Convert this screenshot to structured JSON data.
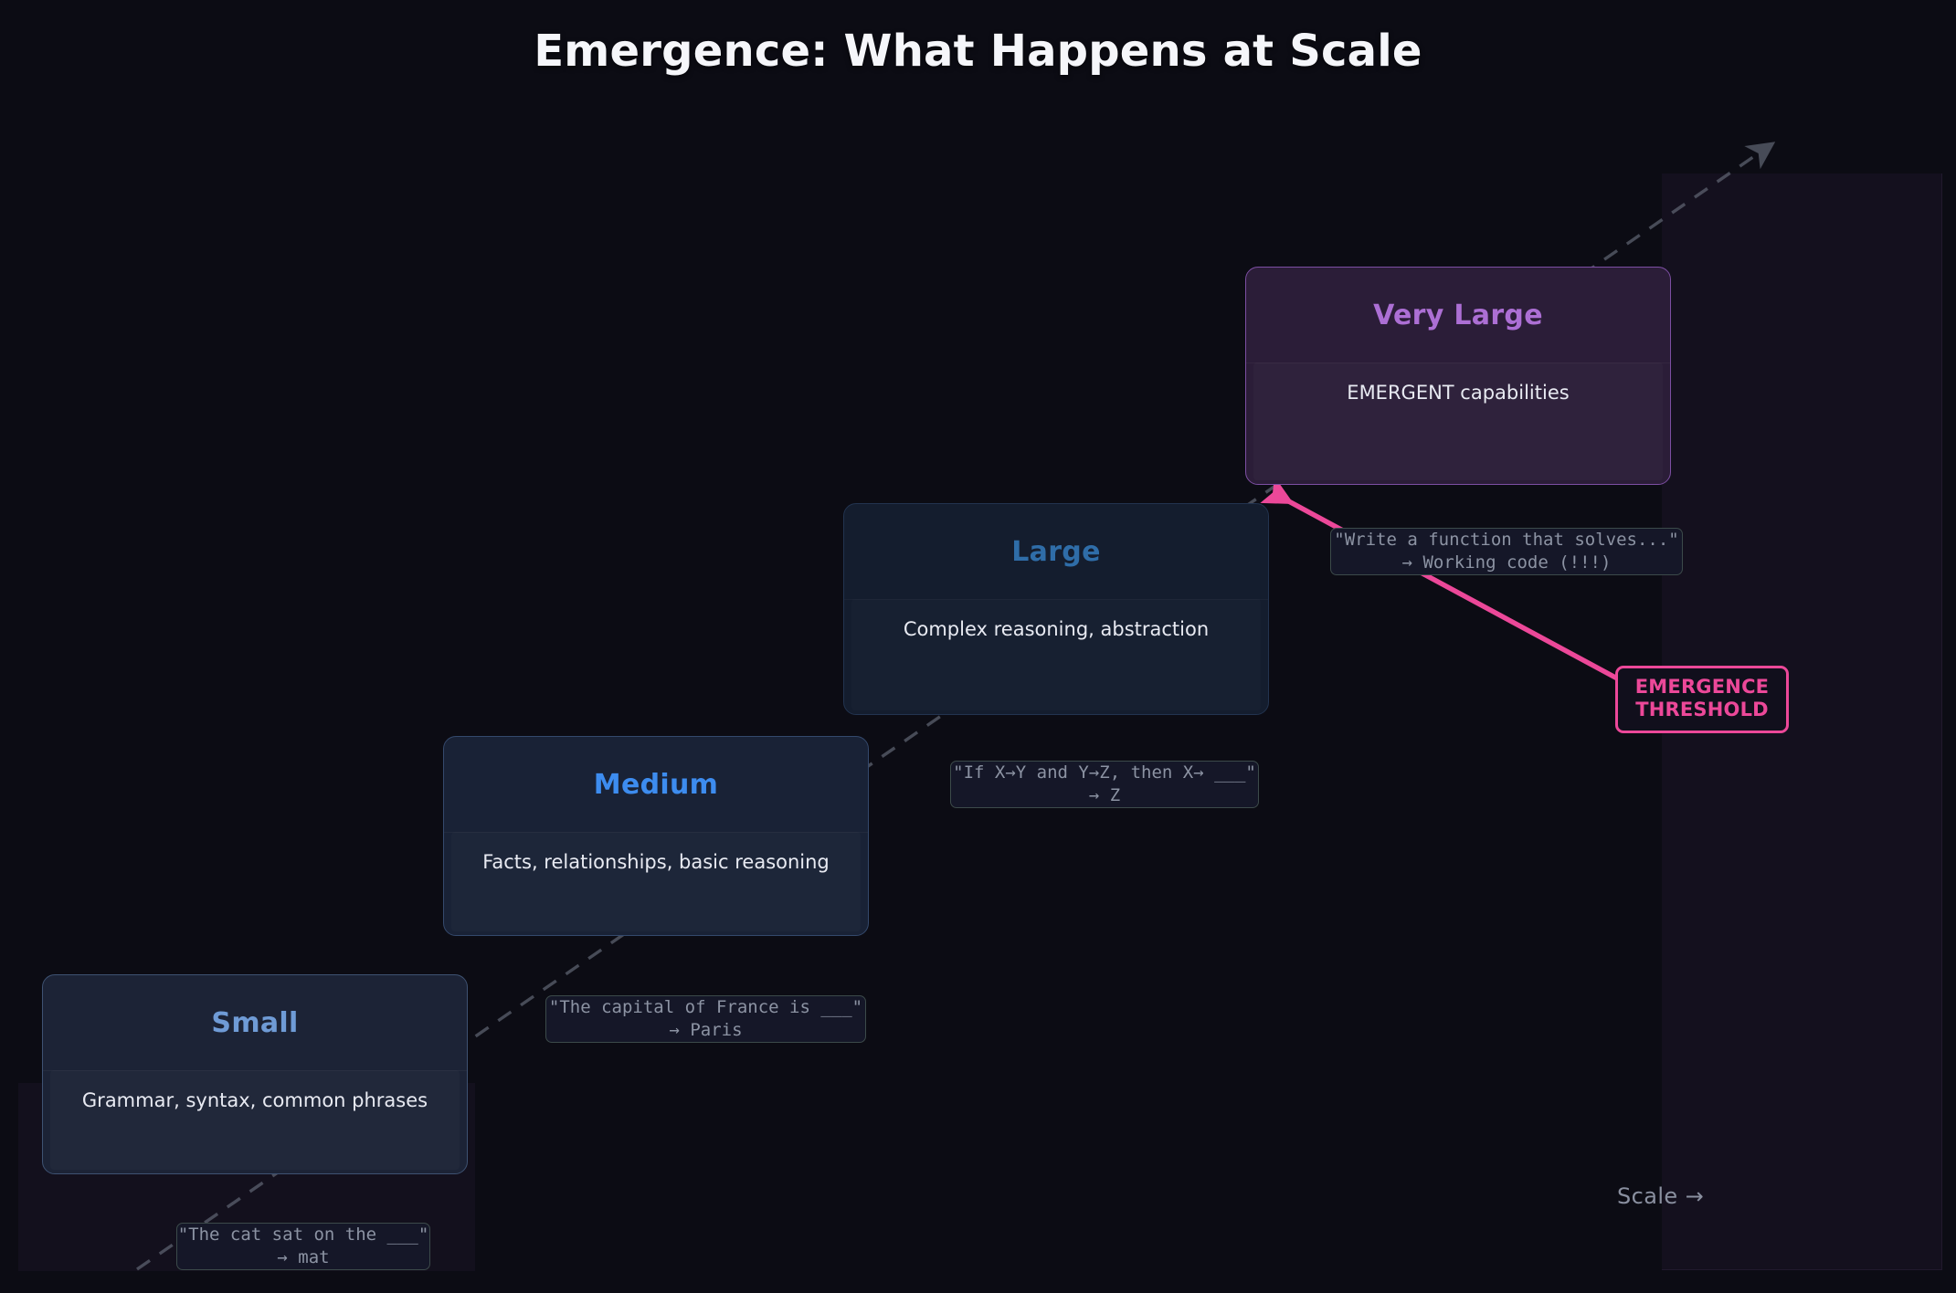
{
  "page": {
    "title": "Emergence: What Happens at Scale",
    "background": "#0c0c14",
    "scale_caption": "Scale →"
  },
  "zones": {
    "emergent_region_label": "emergent-capability-zone",
    "pre_emergent_region_label": "pre-emergent-zone"
  },
  "trend": {
    "label": "scale-trend-line",
    "style": "dashed",
    "color": "#6b7280",
    "direction": "bottom-left-to-top-right"
  },
  "threshold": {
    "line1": "EMERGENCE",
    "line2": "THRESHOLD",
    "color": "#ec4899",
    "arrow_target": "very-large-card"
  },
  "cards": [
    {
      "id": "small",
      "title": "Small",
      "description": "Grammar, syntax, common phrases",
      "title_color": "#6f9bd6",
      "border_color": "#3e5272",
      "fill_color": "#1c2336"
    },
    {
      "id": "medium",
      "title": "Medium",
      "description": "Facts, relationships, basic reasoning",
      "title_color": "#3d8cef",
      "border_color": "#34496c",
      "fill_color": "#192236"
    },
    {
      "id": "large",
      "title": "Large",
      "description": "Complex reasoning, abstraction",
      "title_color": "#2f6da8",
      "border_color": "#22334f",
      "fill_color": "#141d2e"
    },
    {
      "id": "verylarge",
      "title": "Very Large",
      "description": "EMERGENT capabilities",
      "title_color": "#ac6fd4",
      "border_color": "#7d4fa3",
      "fill_color": "#2b1d38"
    }
  ],
  "prompts": [
    {
      "id": "small",
      "input": "\"The cat sat on the ___\"",
      "output": "→ mat"
    },
    {
      "id": "medium",
      "input": "\"The capital of France is ___\"",
      "output": "→ Paris"
    },
    {
      "id": "large",
      "input": "\"If X→Y and Y→Z, then X→ ___\"",
      "output": "→ Z"
    },
    {
      "id": "verylarge",
      "input": "\"Write a function that solves...\"",
      "output": "→ Working code (!!!)"
    }
  ]
}
